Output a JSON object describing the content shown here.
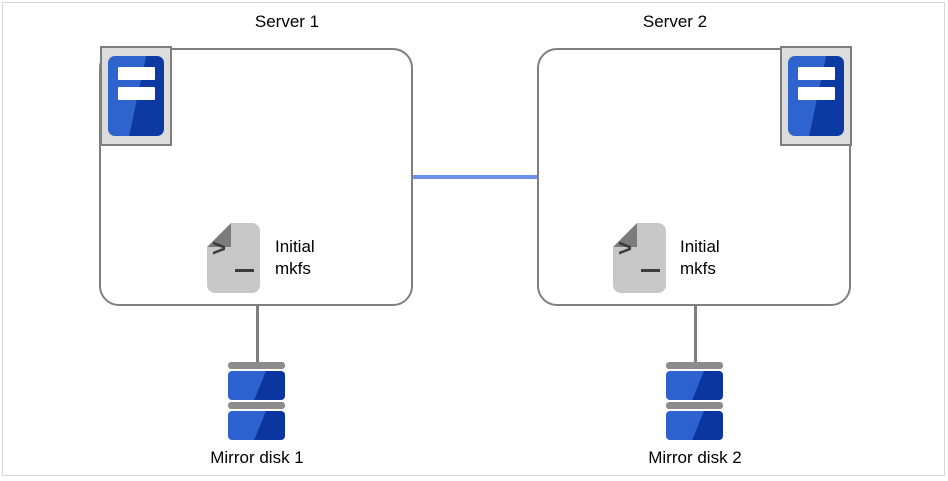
{
  "diagram": {
    "servers": [
      {
        "title": "Server 1",
        "script": {
          "line1": "Initial",
          "line2": "mkfs"
        }
      },
      {
        "title": "Server 2",
        "script": {
          "line1": "Initial",
          "line2": "mkfs"
        }
      }
    ],
    "disks": [
      {
        "label": "Mirror disk 1"
      },
      {
        "label": "Mirror disk 2"
      }
    ],
    "icons": {
      "server_icon": "server-tower",
      "script_icon": "shell-script-file",
      "prompt_glyph": ">",
      "disk_icon": "mirror-disk-stack"
    },
    "colors": {
      "box_border": "#7f7f7f",
      "interconnect_blue": "#6e90ee",
      "server_blue_light": "#2f63cd",
      "server_blue_dark": "#0c3aa2",
      "disk_blue_light": "#2d61cf",
      "disk_blue_dark": "#0b36a0",
      "disk_cap_gray": "#8c8c8c",
      "script_paper_gray": "#c7c7c7",
      "script_fold_gray": "#7b7b7b",
      "connector_gray": "#7f7f7f",
      "frame_gray": "#d6d6d6"
    }
  }
}
